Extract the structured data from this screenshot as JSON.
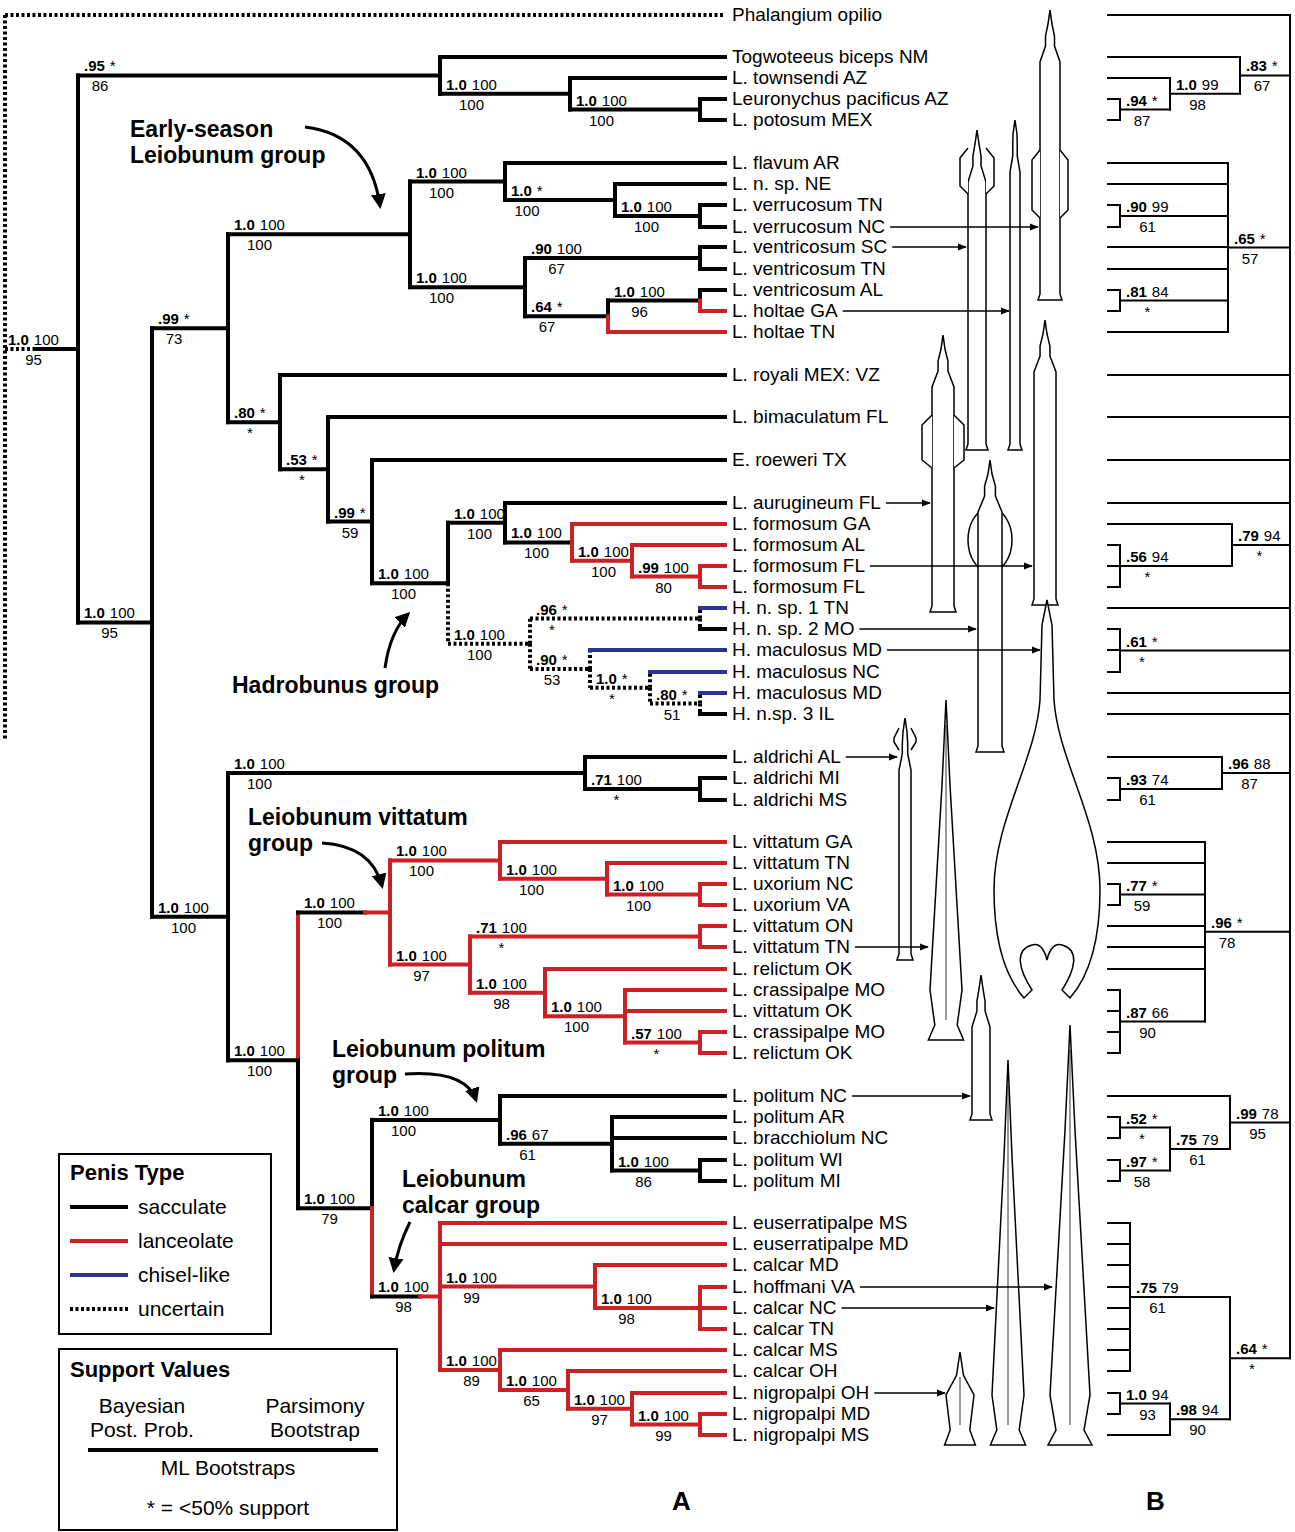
{
  "diagram": {
    "nodes": [
      {
        "text": [
          "Penis Type"
        ]
      },
      {
        "text": [
          "Support Values",
          "Bayesian Post. Prob.",
          "Parsimony Bootstrap",
          "ML Bootstraps",
          "* = <50% support"
        ]
      }
    ],
    "labels": [
      "Phalangium opilio",
      "Togwoteeus biceps NM",
      "L. townsendi AZ",
      "Leuronychus pacificus AZ",
      "L. potosum MEX",
      "L. flavum AR",
      "L. n. sp. NE",
      "L. verrucosum TN",
      "L. verrucosum NC",
      "L. ventricosum SC",
      "L. ventricosum TN",
      "L. ventricosum AL",
      "L. holtae GA",
      "L. holtae TN",
      "L. royali MEX: VZ",
      "L. bimaculatum FL",
      "E. roeweri TX",
      "L. aurugineum FL",
      "L. formosum GA",
      "L. formosum AL",
      "L. formosum FL",
      "L. formosum FL",
      "H. n. sp. 1 TN",
      "H. n. sp. 2 MO",
      "H. maculosus MD",
      "H. maculosus NC",
      "H. maculosus MD",
      "H. n.sp. 3 IL",
      "L. aldrichi AL",
      "L. aldrichi MI",
      "L. aldrichi MS",
      "L. vittatum GA",
      "L. vittatum TN",
      "L. uxorium NC",
      "L. uxorium VA",
      "L. vittatum ON",
      "L. vittatum TN",
      "L. relictum OK",
      "L. crassipalpe MO",
      "L. vittatum OK",
      "L. crassipalpe MO",
      "L. relictum OK",
      "L. politum NC",
      "L. politum AR",
      "L. bracchiolum NC",
      "L. politum WI",
      "L. politum MI",
      "L. euserratipalpe MS",
      "L. euserratipalpe MD",
      "L. calcar MD",
      "L. hoffmani VA",
      "L. calcar NC",
      "L. calcar TN",
      "L. calcar MS",
      "L. calcar OH",
      "L. nigropalpi OH",
      "L. nigropalpi MD",
      "L. nigropalpi MS",
      "1.0",
      "100",
      "95",
      ".95",
      "*",
      "86",
      "1.0",
      "100",
      "100",
      "1.0",
      "100",
      "100",
      "1.0",
      "100",
      "95",
      ".99",
      "*",
      "73",
      "1.0",
      "100",
      "100",
      "1.0",
      "100",
      "100",
      "1.0",
      "*",
      "100",
      "1.0",
      "100",
      "100",
      "1.0",
      "100",
      "100",
      ".90",
      "100",
      "67",
      ".64",
      "*",
      "67",
      "1.0",
      "100",
      "96",
      ".80",
      "*",
      "*",
      ".53",
      "*",
      "*",
      ".99",
      "*",
      "59",
      "1.0",
      "100",
      "100",
      "1.0",
      "100",
      "100",
      "1.0",
      "100",
      "100",
      "1.0",
      "100",
      "100",
      ".99",
      "100",
      "80",
      "1.0",
      "100",
      "100",
      ".96",
      "*",
      "*",
      ".90",
      "*",
      "53",
      "1.0",
      "*",
      "*",
      ".80",
      "*",
      "51",
      "1.0",
      "100",
      "100",
      "1.0",
      "100",
      "100",
      ".71",
      "100",
      "*",
      "1.0",
      "100",
      "100",
      "1.0",
      "100",
      "100",
      "1.0",
      "100",
      "100",
      "1.0",
      "100",
      "100",
      "1.0",
      "100",
      "100",
      "1.0",
      "100",
      "97",
      ".71",
      "100",
      "*",
      "1.0",
      "100",
      "98",
      "1.0",
      "100",
      "100",
      ".57",
      "100",
      "*",
      "1.0",
      "100",
      "79",
      "1.0",
      "100",
      "100",
      ".96",
      "67",
      "61",
      "1.0",
      "100",
      "86",
      "1.0",
      "100",
      "98",
      "1.0",
      "100",
      "99",
      "1.0",
      "100",
      "98",
      "1.0",
      "100",
      "89",
      "1.0",
      "100",
      "65",
      "1.0",
      "100",
      "97",
      "1.0",
      "100",
      "99",
      ".83",
      "*",
      "67",
      "1.0",
      "99",
      "98",
      ".94",
      "*",
      "87",
      ".65",
      "*",
      "57",
      ".90",
      "99",
      "61",
      ".81",
      "84",
      "*",
      ".79",
      "94",
      "*",
      ".56",
      "94",
      "*",
      ".61",
      "*",
      "*",
      ".96",
      "88",
      "87",
      ".93",
      "74",
      "61",
      ".96",
      "*",
      "78",
      ".77",
      "*",
      "59",
      ".87",
      "66",
      "90",
      ".99",
      "78",
      "95",
      ".75",
      "79",
      "61",
      ".52",
      "*",
      "*",
      ".97",
      "*",
      "58",
      ".64",
      "*",
      "*",
      ".75",
      "79",
      "61",
      ".98",
      "94",
      "90",
      "1.0",
      "94",
      "93",
      "Early-season Leiobunum group",
      "Hadrobunus group",
      "Leiobunum vittatum group",
      "Leiobunum politum group",
      "Leiobunum calcar group",
      "A",
      "B"
    ],
    "legend": [
      {
        "text": "sacculate",
        "color": "#000000"
      },
      {
        "text": "lanceolate",
        "color": "#cc2027"
      },
      {
        "text": "chisel-like",
        "color": "#2e3192"
      },
      {
        "text": "uncertain"
      }
    ]
  }
}
